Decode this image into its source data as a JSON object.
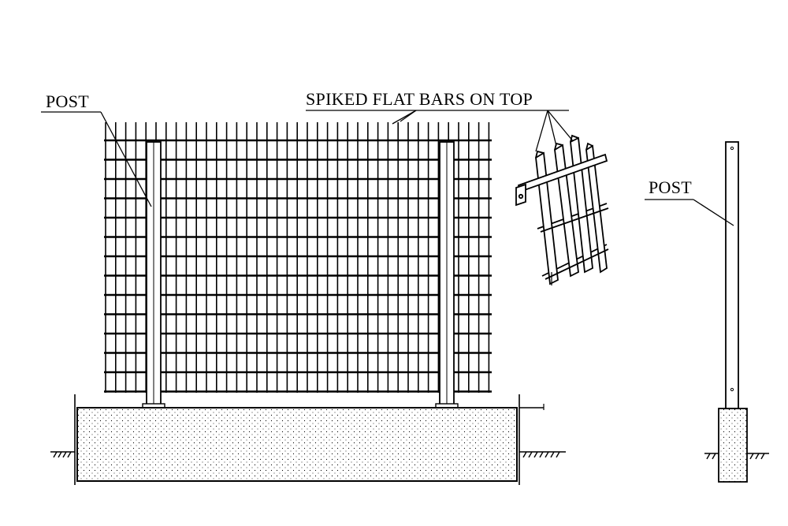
{
  "labels": {
    "post_left": "POST",
    "spiked_bars": "SPIKED FLAT BARS ON TOP",
    "post_right": "POST"
  },
  "colors": {
    "ink": "#000000",
    "background": "#ffffff",
    "concrete_dots": "#000000"
  }
}
